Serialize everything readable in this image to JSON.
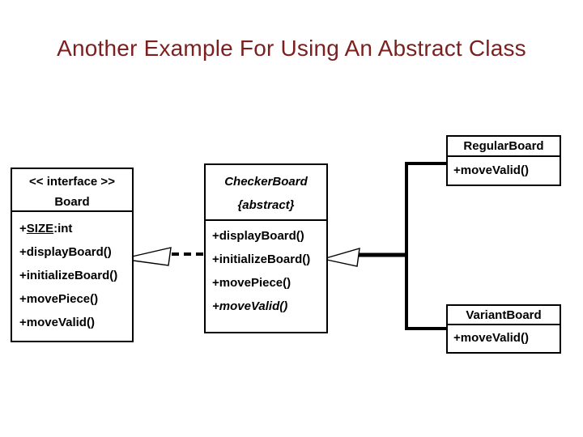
{
  "slide": {
    "title": "Another Example For Using An Abstract Class",
    "title_color": "#7b1f1f",
    "background": "#ffffff"
  },
  "diagram": {
    "line_color": "#000000",
    "interface_box": {
      "stereotype": "<< interface >>",
      "name": "Board",
      "attribute": {
        "prefix": "+",
        "underlined": "SIZE",
        "suffix": ":int"
      },
      "methods": [
        "+displayBoard()",
        "+initializeBoard()",
        "+movePiece()",
        "+moveValid()"
      ]
    },
    "abstract_box": {
      "name": "CheckerBoard",
      "modifier": "{abstract}",
      "methods": [
        "+displayBoard()",
        "+initializeBoard()",
        "+movePiece()"
      ],
      "abstract_method": "+moveValid()"
    },
    "regular_box": {
      "name": "RegularBoard",
      "method": "+moveValid()"
    },
    "variant_box": {
      "name": "VariantBoard",
      "method": "+moveValid()"
    },
    "relationships": {
      "realization": "CheckerBoard implements Board (dashed open-arrow)",
      "generalization": "RegularBoard and VariantBoard extend CheckerBoard (solid open-arrow)"
    }
  }
}
